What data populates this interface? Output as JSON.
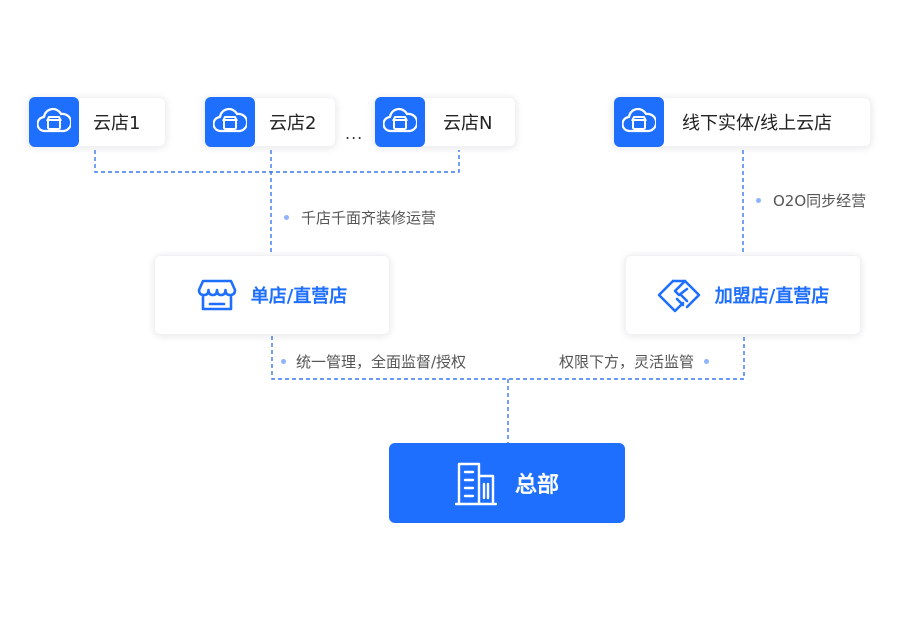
{
  "cloud_stores": [
    {
      "label": "云店1",
      "icon": "cloud-store-icon"
    },
    {
      "label": "云店2",
      "icon": "cloud-store-icon"
    },
    {
      "label": "云店N",
      "icon": "cloud-store-icon"
    },
    {
      "label": "线下实体/线上云店",
      "icon": "cloud-store-icon"
    }
  ],
  "ellipsis": "...",
  "notes": {
    "left_top": "千店千面齐装修运营",
    "right_top": "O2O同步经营",
    "left_bottom": "统一管理，全面监督/授权",
    "right_bottom": "权限下方，灵活监管"
  },
  "middle": {
    "single_store": {
      "label": "单店/直营店",
      "icon": "storefront-icon"
    },
    "franchise_store": {
      "label": "加盟店/直营店",
      "icon": "handshake-icon"
    }
  },
  "headquarters": {
    "label": "总部",
    "icon": "building-icon"
  },
  "colors": {
    "accent": "#1f6fff",
    "dash": "#3a78f0",
    "dot": "#8fb4ff"
  }
}
